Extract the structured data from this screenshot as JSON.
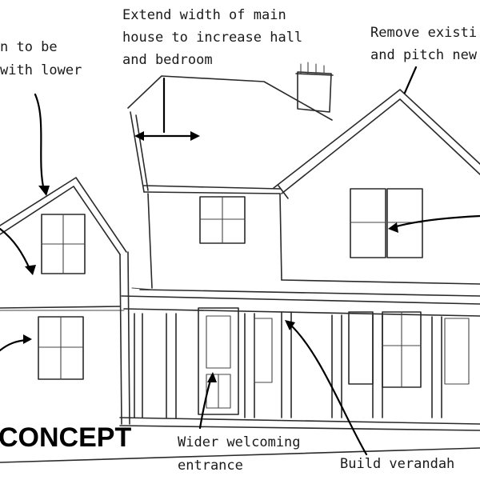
{
  "annotations": {
    "extend_width": [
      "Extend width of main",
      "house to increase hall",
      "and bedroom"
    ],
    "remove_pitch": [
      "Remove existi",
      "and pitch new"
    ],
    "left_partial": [
      "n to be",
      "with lower"
    ],
    "wider_entrance": [
      "Wider welcoming",
      "entrance"
    ],
    "build_verandah": [
      "Build verandah"
    ]
  },
  "stamp": {
    "label": "CONCEPT"
  },
  "colors": {
    "ink": "#1a1a1a",
    "paper": "#ffffff"
  }
}
